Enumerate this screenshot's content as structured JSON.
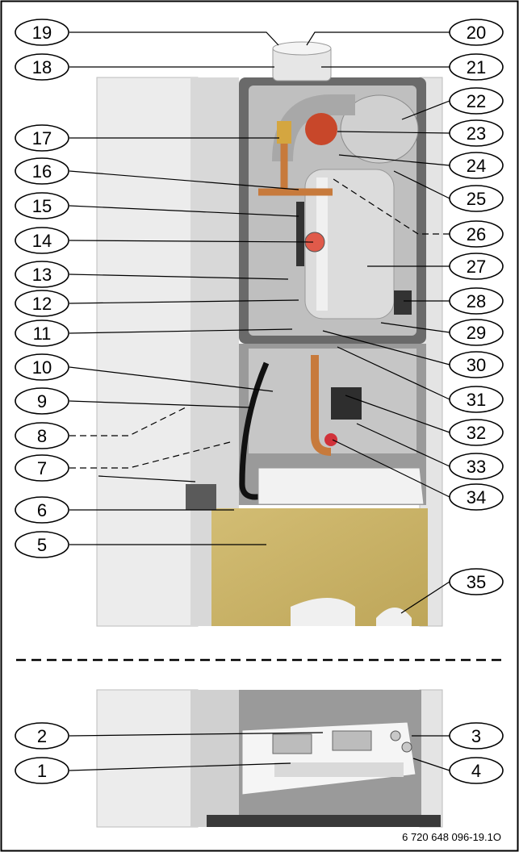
{
  "callouts_left": [
    "19",
    "18",
    "17",
    "16",
    "15",
    "14",
    "13",
    "12",
    "11",
    "10",
    "9",
    "8",
    "7",
    "6",
    "5",
    "2",
    "1"
  ],
  "callouts_right": [
    "20",
    "21",
    "22",
    "23",
    "24",
    "25",
    "26",
    "27",
    "28",
    "29",
    "30",
    "31",
    "32",
    "33",
    "34",
    "35",
    "3",
    "4"
  ],
  "figure_code": "6 720 648 096-19.1O"
}
